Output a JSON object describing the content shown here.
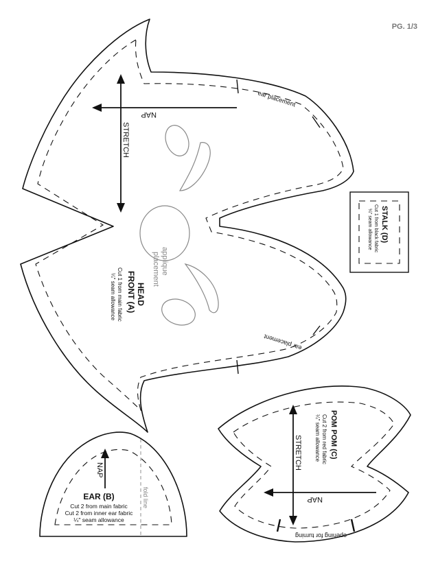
{
  "page": {
    "label": "PG. 1/3"
  },
  "head": {
    "title_line1": "HEAD",
    "title_line2": "FRONT (A)",
    "cut_text": "Cut 1 from main fabric",
    "seam_text": "¼\" seam allowance",
    "stretch_label": "STRETCH",
    "nap_label": "NAP",
    "ear_placement_top": "ear placement",
    "ear_placement_bottom": "ear placement",
    "applique_line1": "applique",
    "applique_line2": "placement"
  },
  "stalk": {
    "title": "STALK (D)",
    "cut_text": "Cut 1 from black fabric",
    "seam_text": "¼\" seam allowance"
  },
  "pompom": {
    "title": "POM POM (C)",
    "cut_text": "Cut 2 from red fabric",
    "seam_text": "¼\" seam allowance",
    "stretch_label": "STRETCH",
    "nap_label": "NAP",
    "opening_text": "opening for turning"
  },
  "ear": {
    "title": "EAR (B)",
    "cut_line1": "Cut 2 from main fabric",
    "cut_line2": "Cut 2 from inner ear fabric",
    "seam_text": "¼\" seam allowance",
    "nap_label": "NAP",
    "fold_label": "fold line"
  },
  "colors": {
    "ink": "#111111",
    "applique": "#888888",
    "fold": "#999999"
  }
}
